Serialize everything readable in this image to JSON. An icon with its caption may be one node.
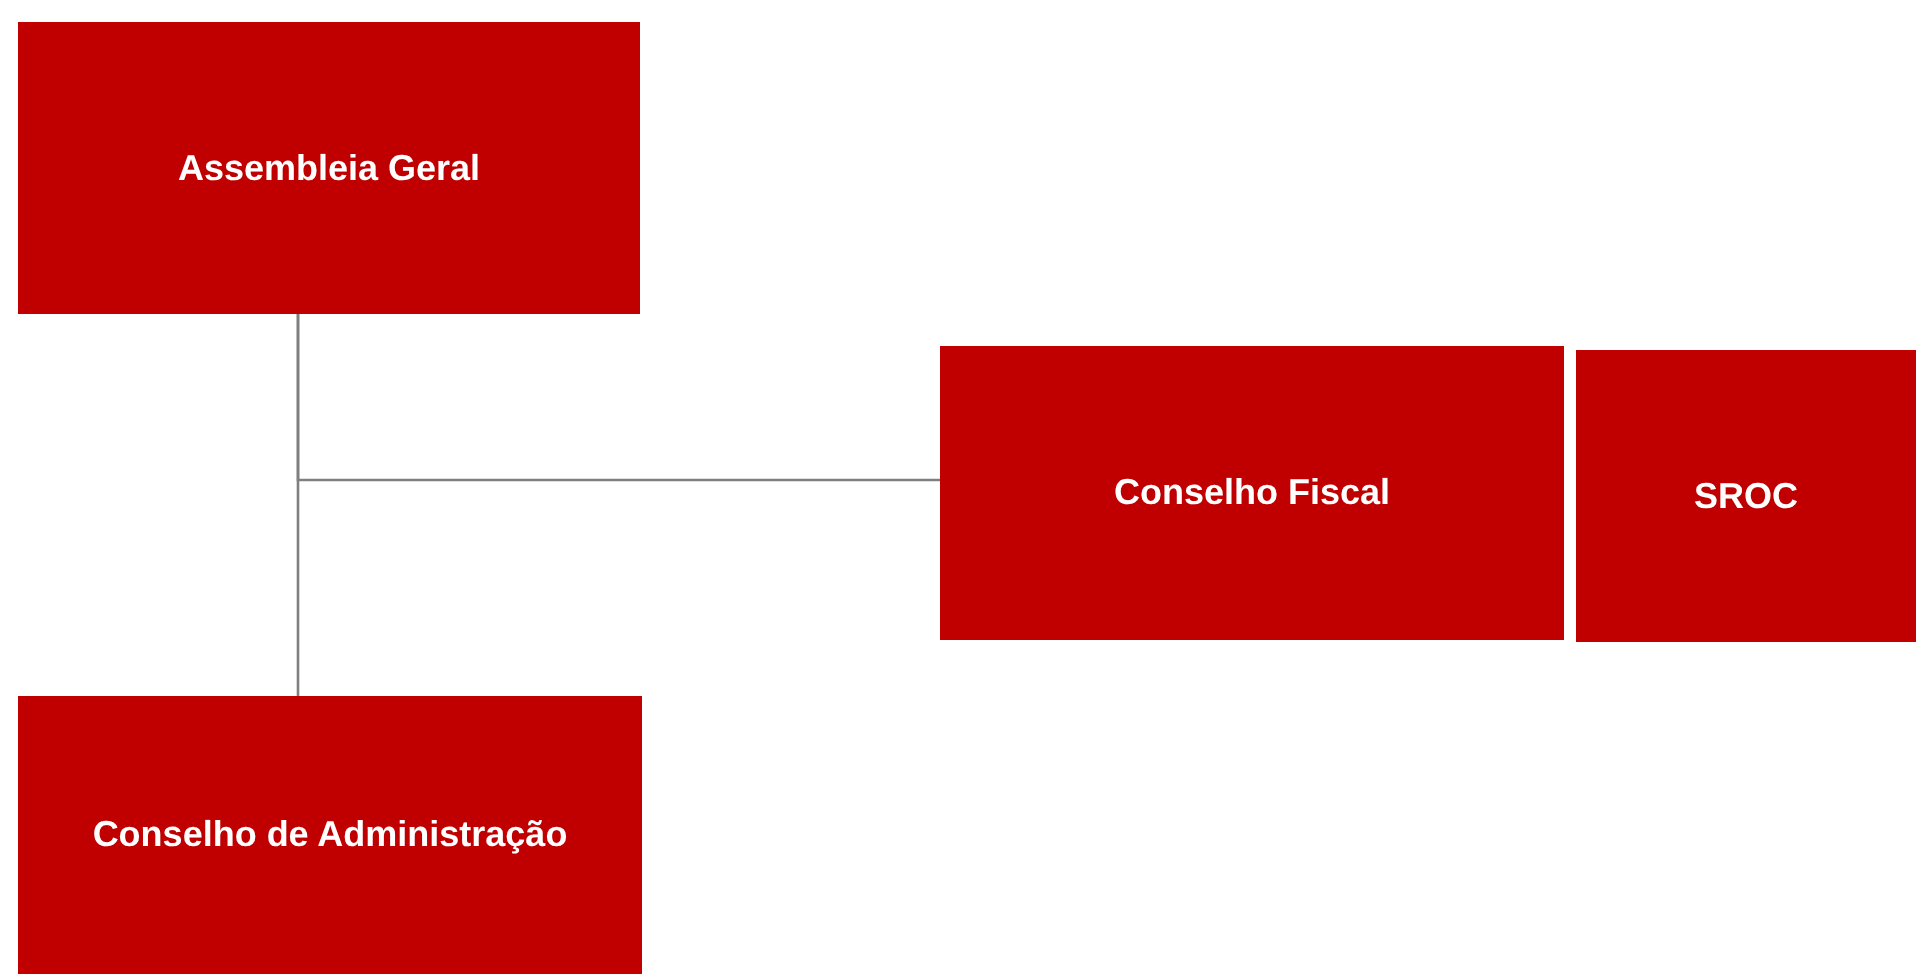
{
  "diagram": {
    "nodes": [
      {
        "text": [
          "Assembleia Geral"
        ]
      },
      {
        "text": [
          "Conselho Fiscal"
        ]
      },
      {
        "text": [
          "SROC"
        ]
      },
      {
        "text": [
          "Conselho de Administração"
        ]
      }
    ],
    "edges": [
      {
        "from": 0,
        "to": 3,
        "arrow": "none"
      },
      {
        "from": 0,
        "to": 1,
        "arrow": "none"
      }
    ]
  }
}
